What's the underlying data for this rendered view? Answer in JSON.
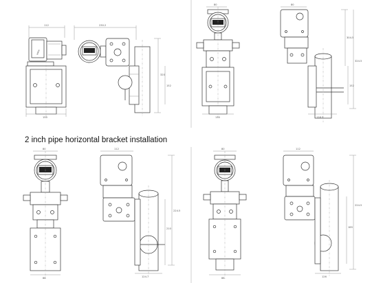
{
  "caption": "2 inch pipe horizontal bracket installation",
  "colors": {
    "line": "#333333",
    "dimension": "#8a8a8a",
    "text": "#111111"
  },
  "panel_top_left": {
    "width_dim": "112",
    "side_dim": "230.2",
    "height_dim": "320",
    "bracket_dim": "152",
    "base_dim": "150"
  },
  "panel_top_right": {
    "width_dim_1": "80",
    "width_dim_2": "80",
    "height_dim": "304.5",
    "total_dim": "324.5",
    "bracket_dim": "152",
    "base_dim": "130",
    "side_base_dim": "128.5"
  },
  "panel_bottom_left": {
    "width_dim_1": "80",
    "width_dim_2": "112",
    "height_dim": "224.5",
    "inner_dim": "210",
    "base_dim": "88",
    "side_base_dim": "124.7"
  },
  "panel_bottom_right": {
    "width_dim_1": "80",
    "width_dim_2": "112",
    "height_dim": "224.5",
    "inner_dim": "185",
    "base_dim": "88",
    "side_base_dim": "126"
  }
}
